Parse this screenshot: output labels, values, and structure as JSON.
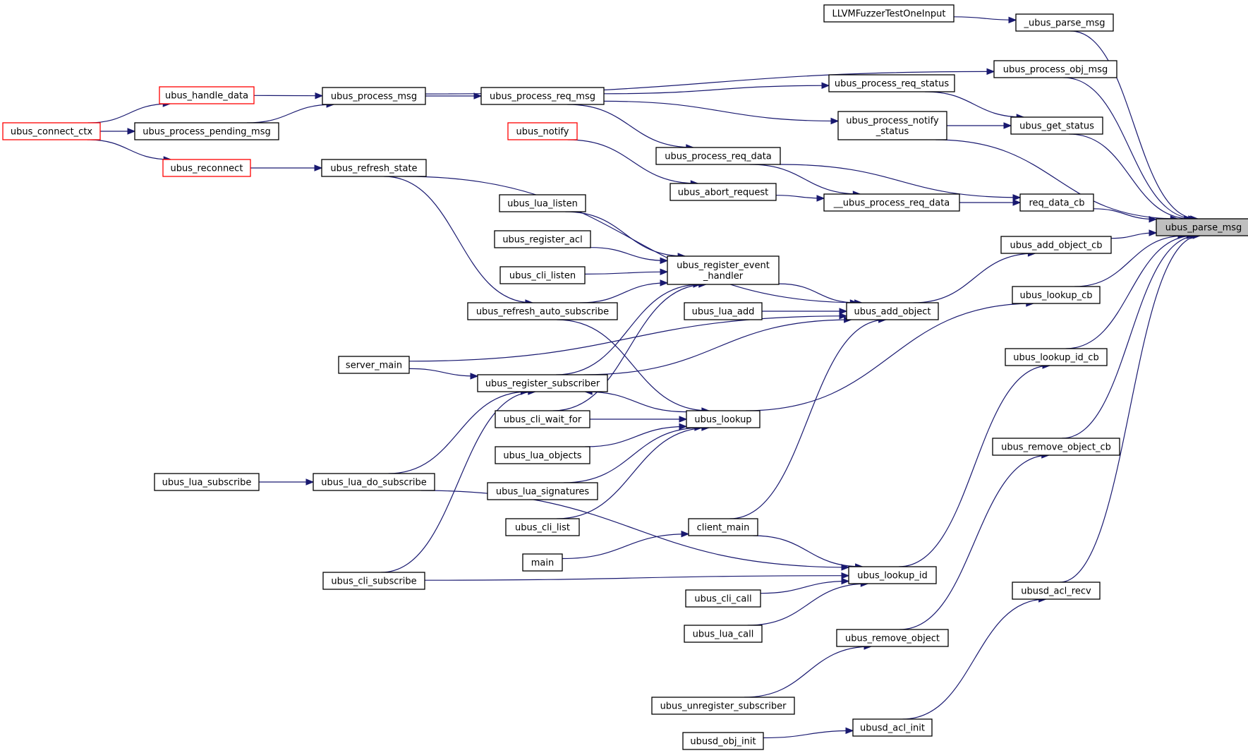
{
  "graph": {
    "root": "ubus_parse_msg",
    "colors": {
      "edge": "#191970",
      "node_border": "#000000",
      "truncated_border": "#ff0000",
      "root_fill": "#bfbfbf",
      "node_fill": "#ffffff"
    },
    "nodes": [
      {
        "id": "ubus_parse_msg",
        "label": [
          "ubus_parse_msg"
        ],
        "root": true
      },
      {
        "id": "LLVMFuzzerTestOneInput",
        "label": [
          "LLVMFuzzerTestOneInput"
        ]
      },
      {
        "id": "_ubus_parse_msg",
        "label": [
          "_ubus_parse_msg"
        ]
      },
      {
        "id": "ubus_process_obj_msg",
        "label": [
          "ubus_process_obj_msg"
        ]
      },
      {
        "id": "ubus_process_req_status",
        "label": [
          "ubus_process_req_status"
        ]
      },
      {
        "id": "ubus_process_notify_status",
        "label": [
          "ubus_process_notify",
          "_status"
        ]
      },
      {
        "id": "ubus_get_status",
        "label": [
          "ubus_get_status"
        ]
      },
      {
        "id": "req_data_cb",
        "label": [
          "req_data_cb"
        ]
      },
      {
        "id": "__ubus_process_req_data",
        "label": [
          "__ubus_process_req_data"
        ]
      },
      {
        "id": "ubus_abort_request",
        "label": [
          "ubus_abort_request"
        ]
      },
      {
        "id": "ubus_process_req_data",
        "label": [
          "ubus_process_req_data"
        ]
      },
      {
        "id": "ubus_process_req_msg",
        "label": [
          "ubus_process_req_msg"
        ]
      },
      {
        "id": "ubus_process_msg",
        "label": [
          "ubus_process_msg"
        ]
      },
      {
        "id": "ubus_handle_data",
        "label": [
          "ubus_handle_data"
        ],
        "truncated": true
      },
      {
        "id": "ubus_process_pending_msg",
        "label": [
          "ubus_process_pending_msg"
        ]
      },
      {
        "id": "ubus_connect_ctx",
        "label": [
          "ubus_connect_ctx"
        ],
        "truncated": true
      },
      {
        "id": "ubus_reconnect",
        "label": [
          "ubus_reconnect"
        ],
        "truncated": true
      },
      {
        "id": "ubus_refresh_state",
        "label": [
          "ubus_refresh_state"
        ]
      },
      {
        "id": "ubus_notify",
        "label": [
          "ubus_notify"
        ],
        "truncated": true
      },
      {
        "id": "ubus_add_object_cb",
        "label": [
          "ubus_add_object_cb"
        ]
      },
      {
        "id": "ubus_add_object",
        "label": [
          "ubus_add_object"
        ]
      },
      {
        "id": "ubus_register_event_handler",
        "label": [
          "ubus_register_event",
          "_handler"
        ]
      },
      {
        "id": "ubus_lua_listen",
        "label": [
          "ubus_lua_listen"
        ]
      },
      {
        "id": "ubus_register_acl",
        "label": [
          "ubus_register_acl"
        ]
      },
      {
        "id": "ubus_cli_listen",
        "label": [
          "ubus_cli_listen"
        ]
      },
      {
        "id": "ubus_refresh_auto_subscribe",
        "label": [
          "ubus_refresh_auto_subscribe"
        ]
      },
      {
        "id": "ubus_lua_add",
        "label": [
          "ubus_lua_add"
        ]
      },
      {
        "id": "server_main",
        "label": [
          "server_main"
        ]
      },
      {
        "id": "ubus_register_subscriber",
        "label": [
          "ubus_register_subscriber"
        ]
      },
      {
        "id": "ubus_lookup_cb",
        "label": [
          "ubus_lookup_cb"
        ]
      },
      {
        "id": "ubus_lookup",
        "label": [
          "ubus_lookup"
        ]
      },
      {
        "id": "ubus_cli_wait_for",
        "label": [
          "ubus_cli_wait_for"
        ]
      },
      {
        "id": "ubus_lua_objects",
        "label": [
          "ubus_lua_objects"
        ]
      },
      {
        "id": "ubus_lua_signatures",
        "label": [
          "ubus_lua_signatures"
        ]
      },
      {
        "id": "ubus_cli_list",
        "label": [
          "ubus_cli_list"
        ]
      },
      {
        "id": "ubus_lookup_id_cb",
        "label": [
          "ubus_lookup_id_cb"
        ]
      },
      {
        "id": "ubus_lua_subscribe",
        "label": [
          "ubus_lua_subscribe"
        ]
      },
      {
        "id": "ubus_lua_do_subscribe",
        "label": [
          "ubus_lua_do_subscribe"
        ]
      },
      {
        "id": "client_main",
        "label": [
          "client_main"
        ]
      },
      {
        "id": "main",
        "label": [
          "main"
        ]
      },
      {
        "id": "ubus_cli_subscribe",
        "label": [
          "ubus_cli_subscribe"
        ]
      },
      {
        "id": "ubus_lookup_id",
        "label": [
          "ubus_lookup_id"
        ]
      },
      {
        "id": "ubus_cli_call",
        "label": [
          "ubus_cli_call"
        ]
      },
      {
        "id": "ubus_lua_call",
        "label": [
          "ubus_lua_call"
        ]
      },
      {
        "id": "ubus_remove_object_cb",
        "label": [
          "ubus_remove_object_cb"
        ]
      },
      {
        "id": "ubus_remove_object",
        "label": [
          "ubus_remove_object"
        ]
      },
      {
        "id": "ubus_unregister_subscriber",
        "label": [
          "ubus_unregister_subscriber"
        ]
      },
      {
        "id": "ubusd_acl_recv",
        "label": [
          "ubusd_acl_recv"
        ]
      },
      {
        "id": "ubusd_acl_init",
        "label": [
          "ubusd_acl_init"
        ]
      },
      {
        "id": "ubusd_obj_init",
        "label": [
          "ubusd_obj_init"
        ]
      }
    ],
    "edges": [
      [
        "LLVMFuzzerTestOneInput",
        "_ubus_parse_msg"
      ],
      [
        "_ubus_parse_msg",
        "ubus_parse_msg"
      ],
      [
        "ubus_process_msg",
        "ubus_process_obj_msg"
      ],
      [
        "ubus_process_obj_msg",
        "ubus_parse_msg"
      ],
      [
        "ubus_process_req_msg",
        "ubus_process_req_status"
      ],
      [
        "ubus_process_req_status",
        "ubus_get_status"
      ],
      [
        "ubus_process_req_msg",
        "ubus_process_notify_status"
      ],
      [
        "ubus_process_notify_status",
        "ubus_get_status"
      ],
      [
        "ubus_process_notify_status",
        "ubus_parse_msg"
      ],
      [
        "ubus_get_status",
        "ubus_parse_msg"
      ],
      [
        "ubus_process_req_msg",
        "ubus_process_req_data"
      ],
      [
        "ubus_process_req_data",
        "req_data_cb"
      ],
      [
        "ubus_process_req_data",
        "__ubus_process_req_data"
      ],
      [
        "ubus_abort_request",
        "__ubus_process_req_data"
      ],
      [
        "ubus_notify",
        "ubus_abort_request"
      ],
      [
        "__ubus_process_req_data",
        "req_data_cb"
      ],
      [
        "req_data_cb",
        "ubus_parse_msg"
      ],
      [
        "ubus_process_msg",
        "ubus_process_req_msg"
      ],
      [
        "ubus_handle_data",
        "ubus_process_msg"
      ],
      [
        "ubus_process_pending_msg",
        "ubus_process_msg"
      ],
      [
        "ubus_connect_ctx",
        "ubus_handle_data"
      ],
      [
        "ubus_connect_ctx",
        "ubus_process_pending_msg"
      ],
      [
        "ubus_connect_ctx",
        "ubus_reconnect"
      ],
      [
        "ubus_reconnect",
        "ubus_refresh_state"
      ],
      [
        "ubus_refresh_state",
        "ubus_add_object"
      ],
      [
        "ubus_refresh_state",
        "ubus_refresh_auto_subscribe"
      ],
      [
        "ubus_add_object",
        "ubus_add_object_cb"
      ],
      [
        "ubus_add_object_cb",
        "ubus_parse_msg"
      ],
      [
        "ubus_register_event_handler",
        "ubus_add_object"
      ],
      [
        "ubus_lua_listen",
        "ubus_register_event_handler"
      ],
      [
        "ubus_register_acl",
        "ubus_register_event_handler"
      ],
      [
        "ubus_cli_listen",
        "ubus_register_event_handler"
      ],
      [
        "ubus_refresh_auto_subscribe",
        "ubus_register_event_handler"
      ],
      [
        "ubus_register_subscriber",
        "ubus_register_event_handler"
      ],
      [
        "ubus_cli_wait_for",
        "ubus_register_event_handler"
      ],
      [
        "ubus_lua_add",
        "ubus_add_object"
      ],
      [
        "server_main",
        "ubus_add_object"
      ],
      [
        "ubus_register_subscriber",
        "ubus_add_object"
      ],
      [
        "client_main",
        "ubus_add_object"
      ],
      [
        "server_main",
        "ubus_register_subscriber"
      ],
      [
        "ubus_lua_do_subscribe",
        "ubus_register_subscriber"
      ],
      [
        "ubus_cli_subscribe",
        "ubus_register_subscriber"
      ],
      [
        "ubus_lookup",
        "ubus_register_subscriber"
      ],
      [
        "ubus_lookup",
        "ubus_lookup_cb"
      ],
      [
        "ubus_lookup_cb",
        "ubus_parse_msg"
      ],
      [
        "ubus_refresh_auto_subscribe",
        "ubus_lookup"
      ],
      [
        "ubus_cli_wait_for",
        "ubus_lookup"
      ],
      [
        "ubus_lua_objects",
        "ubus_lookup"
      ],
      [
        "ubus_lua_signatures",
        "ubus_lookup"
      ],
      [
        "ubus_cli_list",
        "ubus_lookup"
      ],
      [
        "ubus_lookup_id",
        "ubus_lookup_id_cb"
      ],
      [
        "ubus_lookup_id_cb",
        "ubus_parse_msg"
      ],
      [
        "ubus_lua_subscribe",
        "ubus_lua_do_subscribe"
      ],
      [
        "ubus_lua_do_subscribe",
        "ubus_lookup_id"
      ],
      [
        "ubus_cli_subscribe",
        "ubus_lookup_id"
      ],
      [
        "client_main",
        "ubus_lookup_id"
      ],
      [
        "main",
        "client_main"
      ],
      [
        "ubus_cli_call",
        "ubus_lookup_id"
      ],
      [
        "ubus_lua_call",
        "ubus_lookup_id"
      ],
      [
        "ubus_remove_object",
        "ubus_remove_object_cb"
      ],
      [
        "ubus_remove_object_cb",
        "ubus_parse_msg"
      ],
      [
        "ubus_unregister_subscriber",
        "ubus_remove_object"
      ],
      [
        "ubusd_acl_recv",
        "ubus_parse_msg"
      ],
      [
        "ubusd_acl_init",
        "ubusd_acl_recv"
      ],
      [
        "ubusd_obj_init",
        "ubusd_acl_init"
      ]
    ]
  }
}
